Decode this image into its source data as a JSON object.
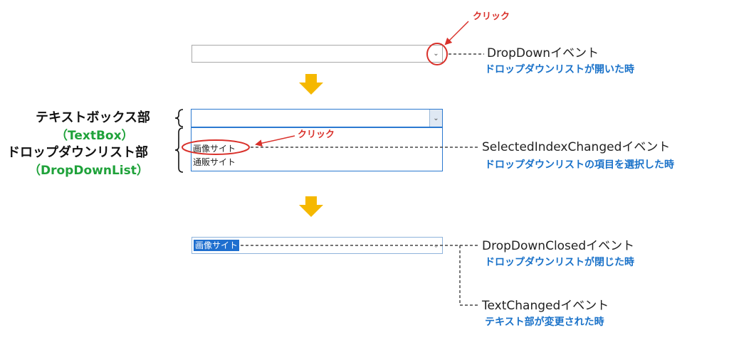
{
  "annotations": {
    "click_label": "クリック"
  },
  "combo_items": [
    "画像サイト",
    "通販サイト"
  ],
  "selected_text": "画像サイト",
  "left_labels": {
    "textbox_part": "テキストボックス部",
    "textbox_en": "（TextBox）",
    "dropdown_part": "ドロップダウンリスト部",
    "dropdown_en": "（DropDownList）"
  },
  "events": [
    {
      "name": "DropDownイベント",
      "desc": "ドロップダウンリストが開いた時"
    },
    {
      "name": "SelectedIndexChangedイベント",
      "desc": "ドロップダウンリストの項目を選択した時"
    },
    {
      "name": "DropDownClosedイベント",
      "desc": "ドロップダウンリストが閉じた時"
    },
    {
      "name": "TextChangedイベント",
      "desc": "テキスト部が変更された時"
    }
  ],
  "colors": {
    "arrow": "#f5b800",
    "annotation_red": "#d9312b",
    "desc_blue": "#1a72c9",
    "label_green": "#1fa23a",
    "selection_blue": "#1f6fcf"
  }
}
